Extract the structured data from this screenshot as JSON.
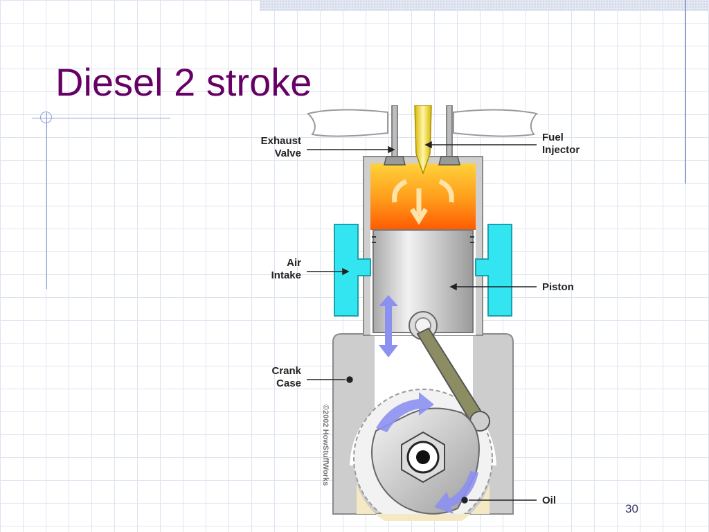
{
  "slide": {
    "title": "Diesel 2 stroke",
    "page_number": "30"
  },
  "diagram": {
    "labels": {
      "exhaust_valve": [
        "Exhaust",
        "Valve"
      ],
      "fuel_injector": [
        "Fuel",
        "Injector"
      ],
      "air_intake": [
        "Air",
        "Intake"
      ],
      "piston": "Piston",
      "crank_case": [
        "Crank",
        "Case"
      ],
      "oil": "Oil"
    },
    "copyright": "©2002 HowStuffWorks",
    "colors": {
      "combustion_top": "#ffcc33",
      "combustion_bottom": "#ff6600",
      "air_intake": "#33e5f0",
      "motion_arrows": "#8c90f0",
      "metal": "#c9c9c9",
      "oil": "#f5e8c4"
    }
  }
}
